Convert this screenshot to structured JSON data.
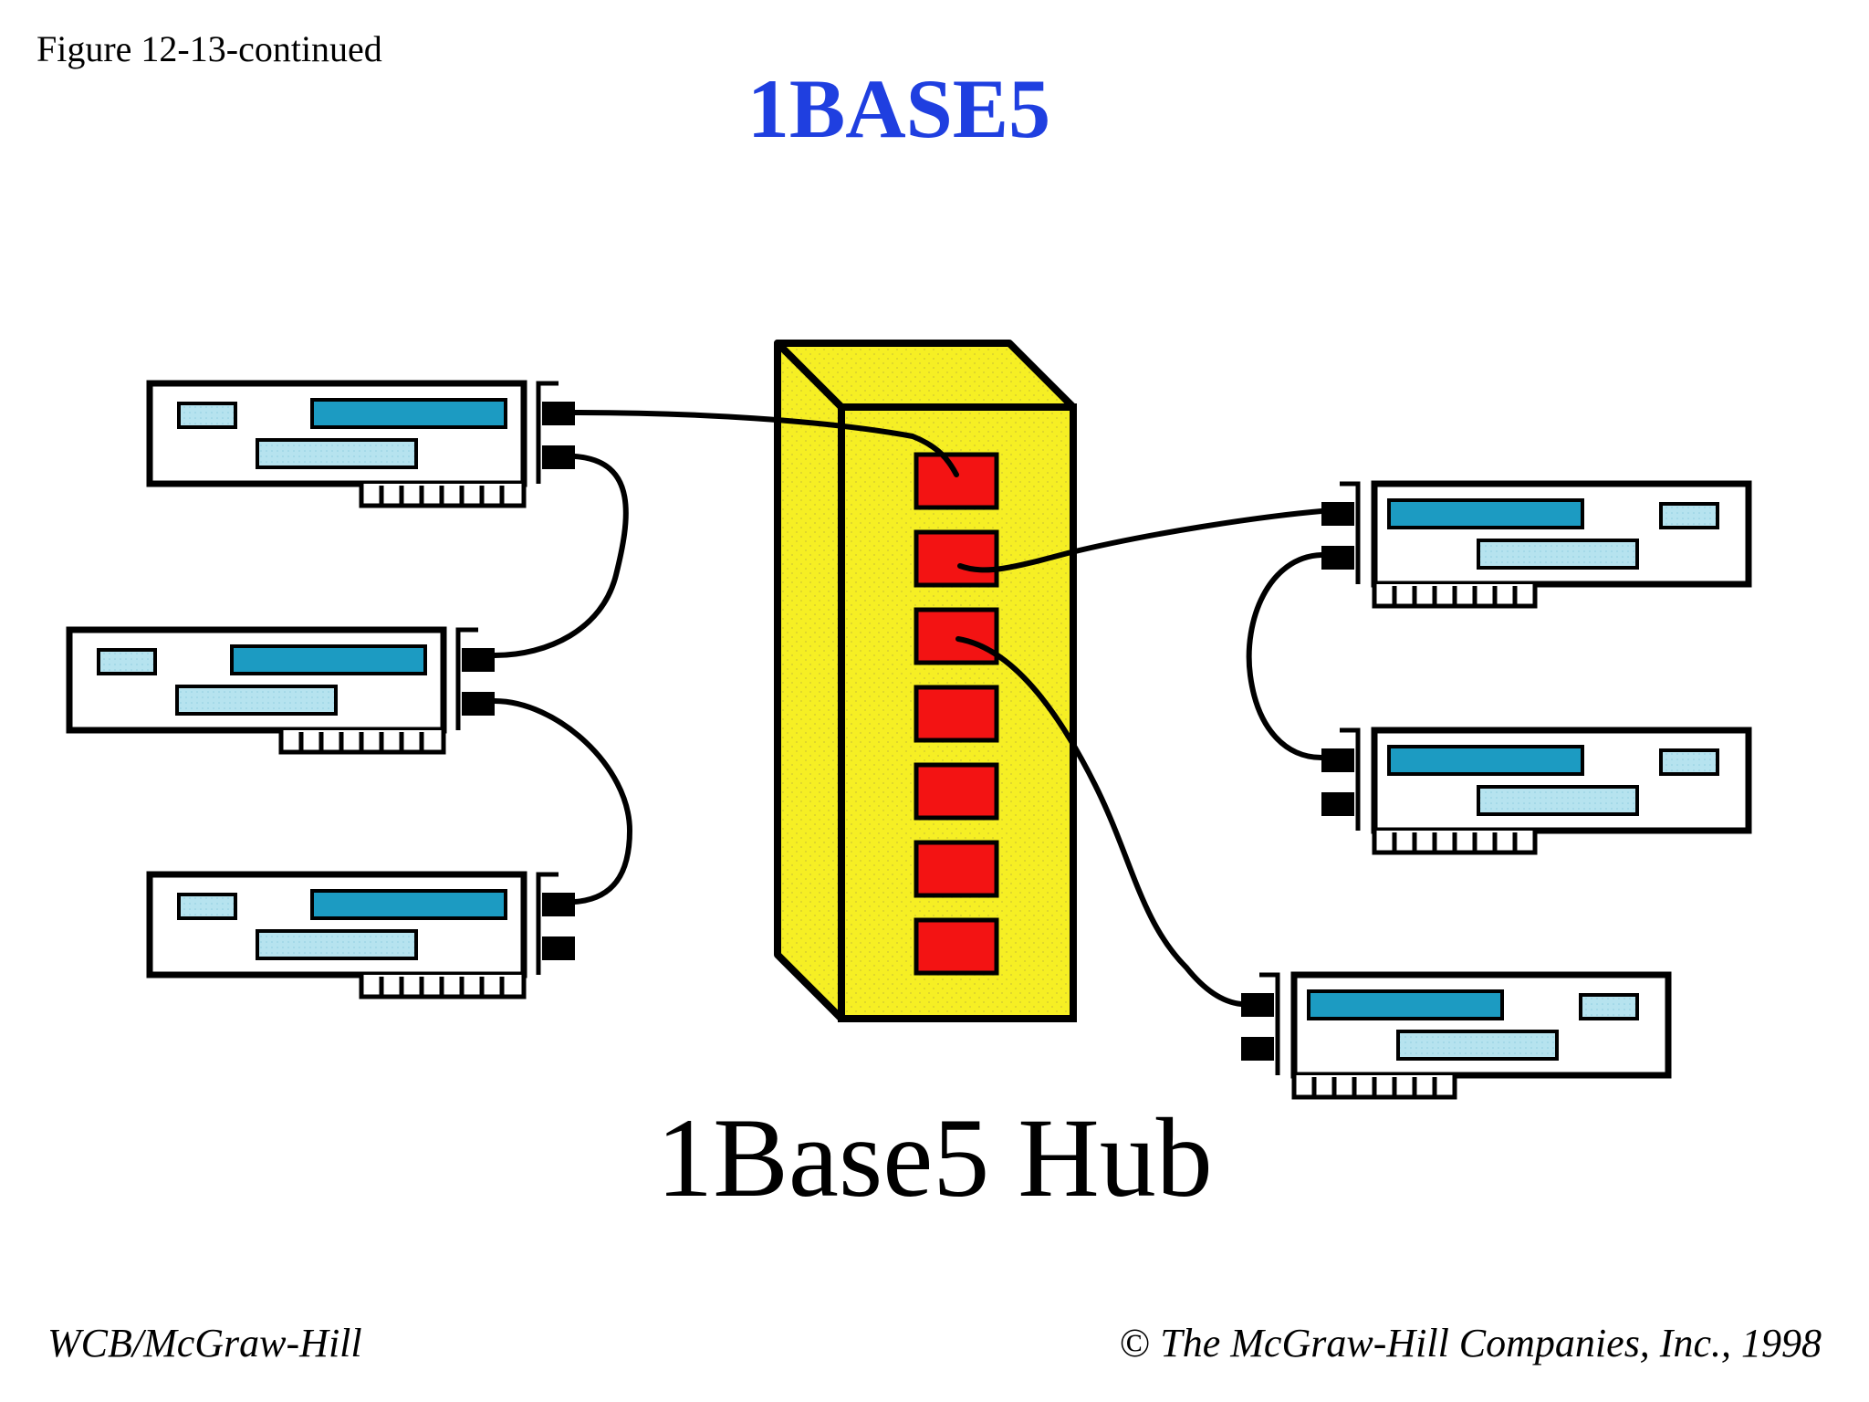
{
  "figure_label": "Figure 12-13-continued",
  "title": "1BASE5",
  "hub_caption": "1Base5 Hub",
  "footer": {
    "publisher": "WCB/McGraw-Hill",
    "copyright_symbol": "©",
    "copyright_text": "The McGraw-Hill Companies, Inc., 1998"
  },
  "colors": {
    "title": "#1f3fe0",
    "hub_body": "#f6ef24",
    "hub_port": "#f31313",
    "card_bar_dark": "#1c9bc2",
    "card_bar_light": "#b6e3ef",
    "outline": "#000000"
  },
  "hub": {
    "port_count": 7,
    "connected_ports": 3
  },
  "stations": {
    "left_chain": 3,
    "right_chain": 2,
    "direct": 1
  }
}
